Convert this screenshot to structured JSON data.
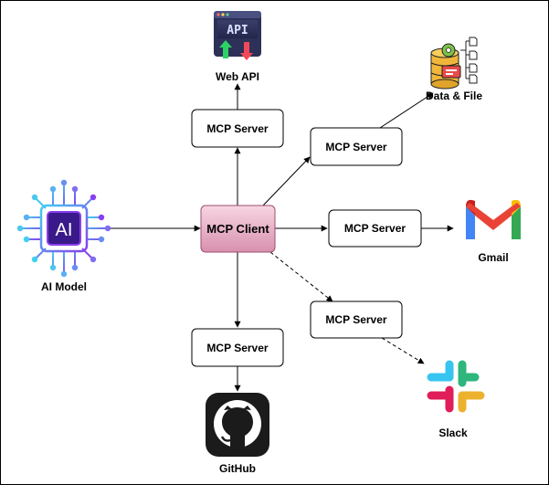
{
  "client": {
    "label": "MCP Client"
  },
  "servers": {
    "top": "MCP Server",
    "upper_right": "MCP Server",
    "right": "MCP Server",
    "lower_right": "MCP Server",
    "bottom": "MCP Server"
  },
  "icons": {
    "web_api": {
      "label": "Web API",
      "screen_text": "API",
      "icon": "web-api-icon"
    },
    "data_file": {
      "label": "Data & File",
      "icon": "database-files-icon"
    },
    "gmail": {
      "label": "Gmail",
      "icon": "gmail-icon"
    },
    "slack": {
      "label": "Slack",
      "icon": "slack-icon"
    },
    "github": {
      "label": "GitHub",
      "icon": "github-icon"
    },
    "ai_model": {
      "label": "AI Model",
      "chip_text": "AI",
      "icon": "ai-chip-icon"
    }
  },
  "colors": {
    "client_fill_top": "#f7d6e2",
    "client_fill_bottom": "#d890ae",
    "client_stroke": "#9c4f70",
    "ai_gradient_start": "#3fd0f0",
    "ai_gradient_end": "#8a3ef0"
  }
}
